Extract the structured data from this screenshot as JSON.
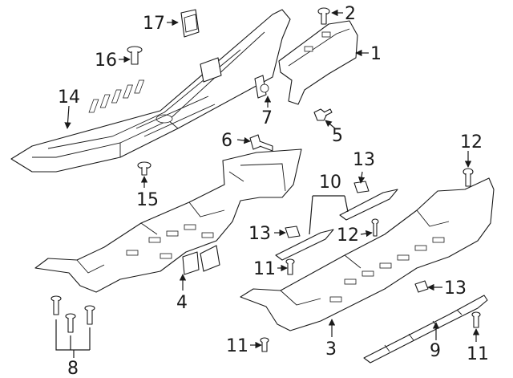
{
  "diagram": {
    "callouts": [
      {
        "id": "c1",
        "text": "1"
      },
      {
        "id": "c2",
        "text": "2"
      },
      {
        "id": "c3",
        "text": "3"
      },
      {
        "id": "c4",
        "text": "4"
      },
      {
        "id": "c5",
        "text": "5"
      },
      {
        "id": "c6",
        "text": "6"
      },
      {
        "id": "c7",
        "text": "7"
      },
      {
        "id": "c8",
        "text": "8"
      },
      {
        "id": "c9",
        "text": "9"
      },
      {
        "id": "c10",
        "text": "10"
      },
      {
        "id": "c11a",
        "text": "11"
      },
      {
        "id": "c11b",
        "text": "11"
      },
      {
        "id": "c11c",
        "text": "11"
      },
      {
        "id": "c12a",
        "text": "12"
      },
      {
        "id": "c12b",
        "text": "12"
      },
      {
        "id": "c13a",
        "text": "13"
      },
      {
        "id": "c13b",
        "text": "13"
      },
      {
        "id": "c13c",
        "text": "13"
      },
      {
        "id": "c14",
        "text": "14"
      },
      {
        "id": "c15",
        "text": "15"
      },
      {
        "id": "c16",
        "text": "16"
      },
      {
        "id": "c17",
        "text": "17"
      }
    ]
  },
  "colors": {
    "line": "#1a1a1a",
    "background": "#ffffff"
  }
}
